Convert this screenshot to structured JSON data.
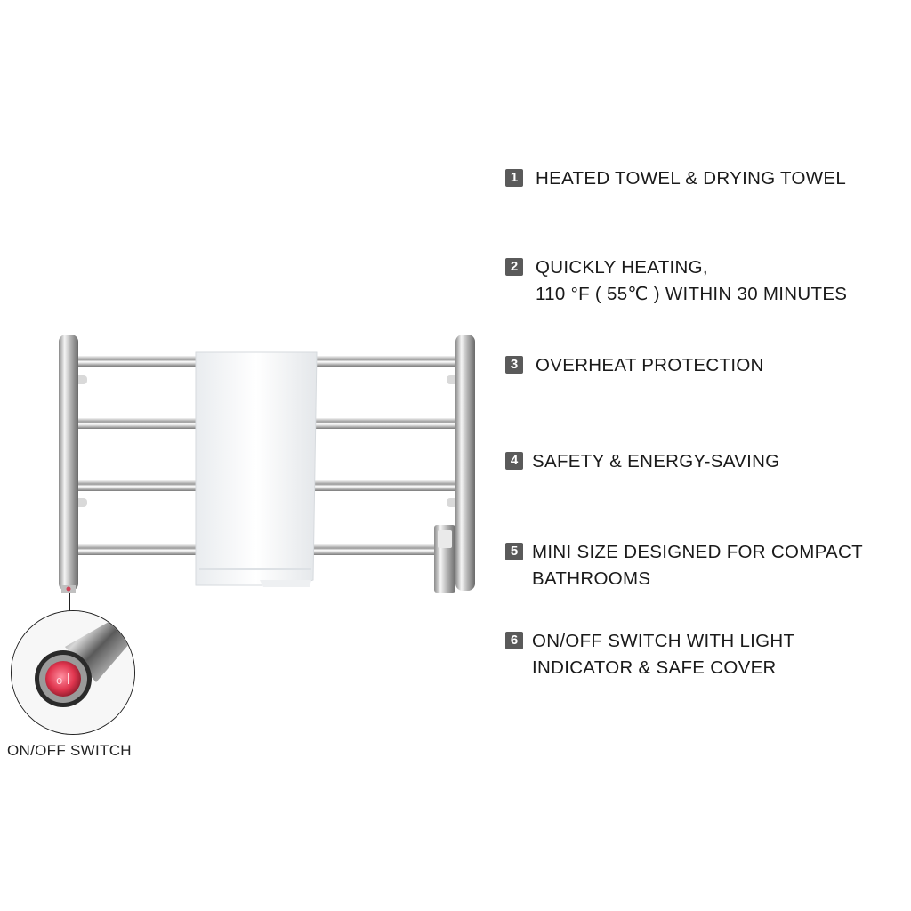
{
  "features": [
    {
      "number": "1",
      "text": "HEATED TOWEL & DRYING TOWEL"
    },
    {
      "number": "2",
      "text": "QUICKLY HEATING,\n110 °F ( 55℃ ) WITHIN 30 MINUTES"
    },
    {
      "number": "3",
      "text": "OVERHEAT PROTECTION"
    },
    {
      "number": "4",
      "text": "SAFETY & ENERGY-SAVING"
    },
    {
      "number": "5",
      "text": "MINI SIZE DESIGNED FOR COMPACT\nBATHROOMS"
    },
    {
      "number": "6",
      "text": "ON/OFF SWITCH WITH LIGHT\nINDICATOR & SAFE COVER"
    }
  ],
  "switch_caption": "ON/OFF SWITCH",
  "colors": {
    "badge": "#5a5a5a",
    "chrome": "#c8c8c8",
    "switch_red": "#e0364f"
  }
}
